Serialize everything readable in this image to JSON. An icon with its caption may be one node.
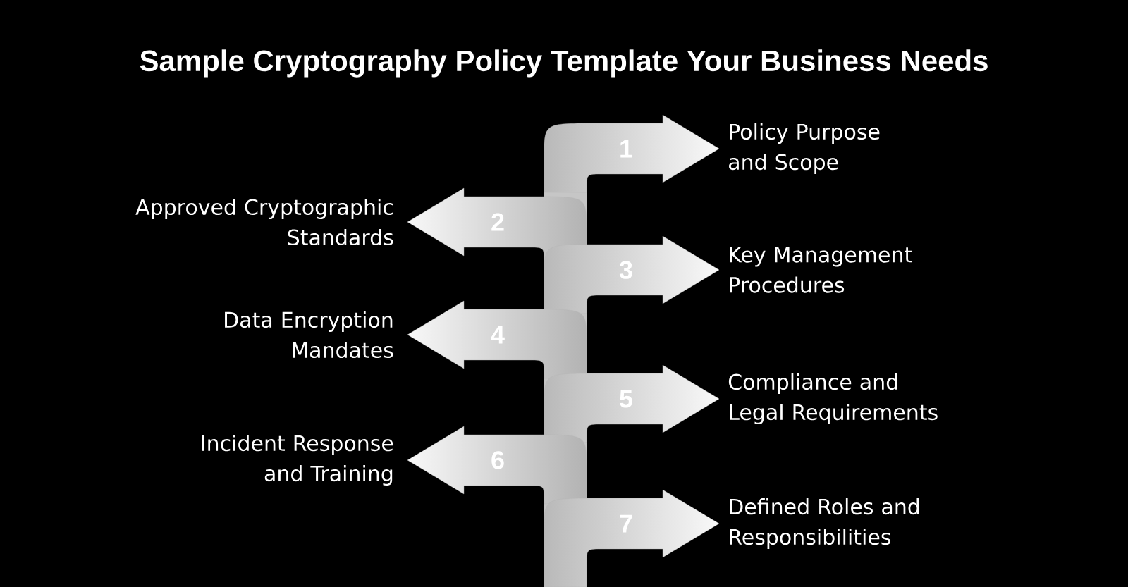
{
  "diagram": {
    "title": "Sample Cryptography Policy Template Your Business Needs",
    "nodes": [
      {
        "text": [
          "1"
        ],
        "beside": [
          "Policy Purpose and Scope"
        ]
      },
      {
        "text": [
          "2"
        ],
        "beside": [
          "Approved Cryptographic Standards"
        ]
      },
      {
        "text": [
          "3"
        ],
        "beside": [
          "Key Management Procedures"
        ]
      },
      {
        "text": [
          "4"
        ],
        "beside": [
          "Data Encryption Mandates"
        ]
      },
      {
        "text": [
          "5"
        ],
        "beside": [
          "Compliance and Legal Requirements"
        ]
      },
      {
        "text": [
          "6"
        ],
        "beside": [
          "Incident Response and Training"
        ]
      },
      {
        "text": [
          "7"
        ],
        "beside": [
          "Defined Roles and Responsibilities"
        ]
      }
    ]
  }
}
